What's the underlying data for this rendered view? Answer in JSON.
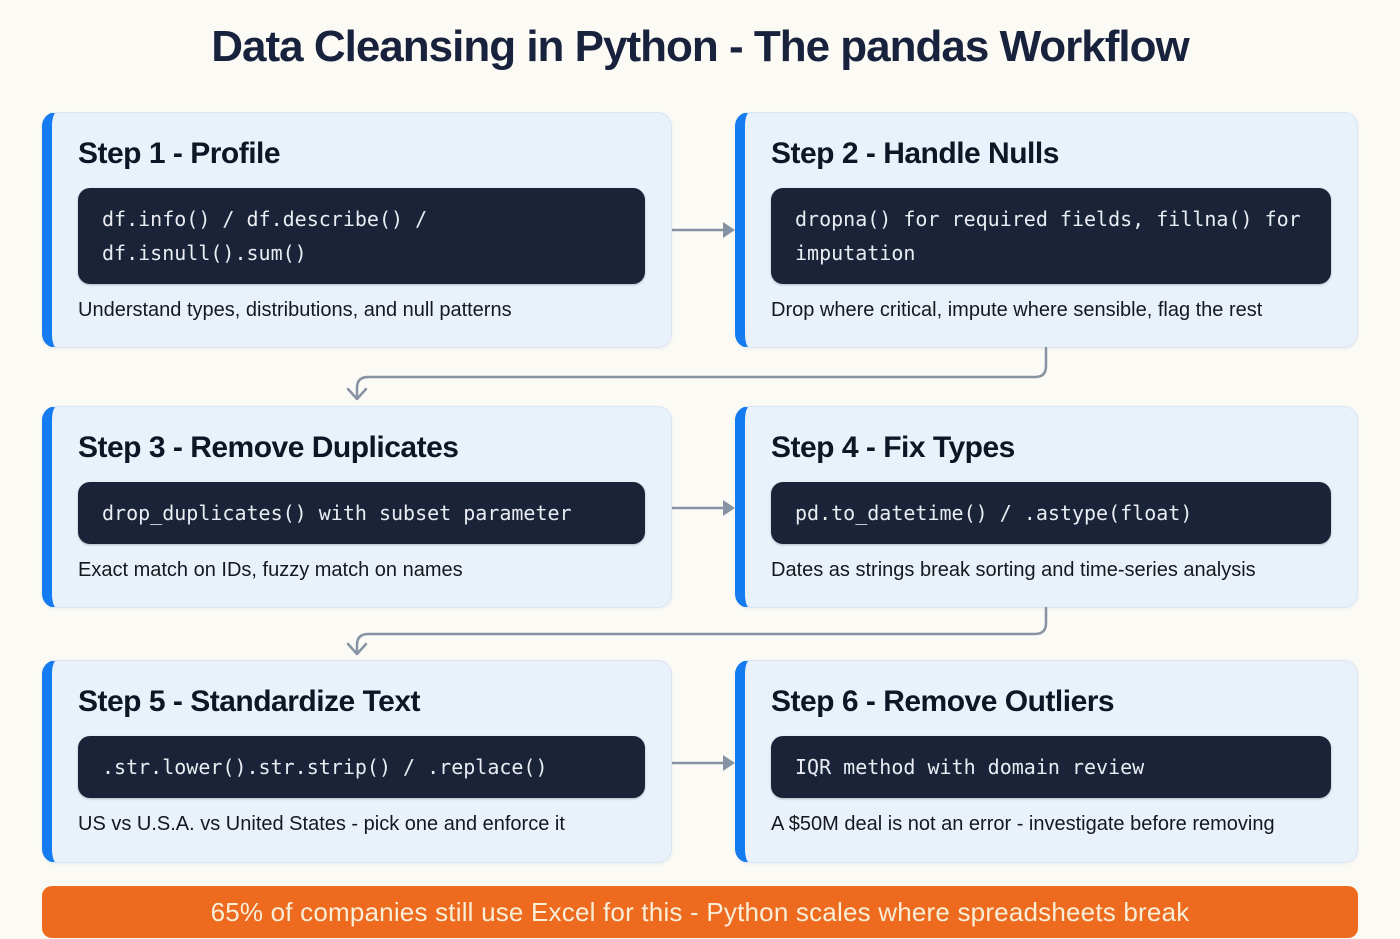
{
  "page": {
    "title": "Data Cleansing in Python - The pandas Workflow"
  },
  "colors": {
    "page_background": "#fbfaf5",
    "card_background": "#e9f1fa",
    "card_accent_blue": "#157bf0",
    "code_block_background": "#1a2337",
    "code_text": "#e9ecf2",
    "heading_text": "#0e1524",
    "main_title_text": "#18223d",
    "arrow_gray": "#8793a3",
    "banner_background": "#ed6a1e",
    "banner_text": "#f8eed7"
  },
  "steps": [
    {
      "title": "Step 1 - Profile",
      "code": "df.info() / df.describe() / df.isnull().sum()",
      "description": "Understand types, distributions, and null patterns"
    },
    {
      "title": "Step 2 - Handle Nulls",
      "code": "dropna() for required fields, fillna() for imputation",
      "description": "Drop where critical, impute where sensible, flag the rest"
    },
    {
      "title": "Step 3 - Remove Duplicates",
      "code": "drop_duplicates() with subset parameter",
      "description": "Exact match on IDs, fuzzy match on names"
    },
    {
      "title": "Step 4 - Fix Types",
      "code": "pd.to_datetime() / .astype(float)",
      "description": "Dates as strings break sorting and time-series analysis"
    },
    {
      "title": "Step 5 - Standardize Text",
      "code": ".str.lower().str.strip() / .replace()",
      "description": "US vs U.S.A. vs United States - pick one and enforce it"
    },
    {
      "title": "Step 6 - Remove Outliers",
      "code": "IQR method with domain review",
      "description": "A $50M deal is not an error - investigate before removing"
    }
  ],
  "flow": {
    "arrows": [
      {
        "from": "Step 1",
        "to": "Step 2",
        "direction": "right"
      },
      {
        "from": "Step 2",
        "to": "Step 3",
        "direction": "down-left"
      },
      {
        "from": "Step 3",
        "to": "Step 4",
        "direction": "right"
      },
      {
        "from": "Step 4",
        "to": "Step 5",
        "direction": "down-left"
      },
      {
        "from": "Step 5",
        "to": "Step 6",
        "direction": "right"
      }
    ]
  },
  "banner": {
    "text": "65% of companies still use Excel for this - Python scales where spreadsheets break"
  }
}
